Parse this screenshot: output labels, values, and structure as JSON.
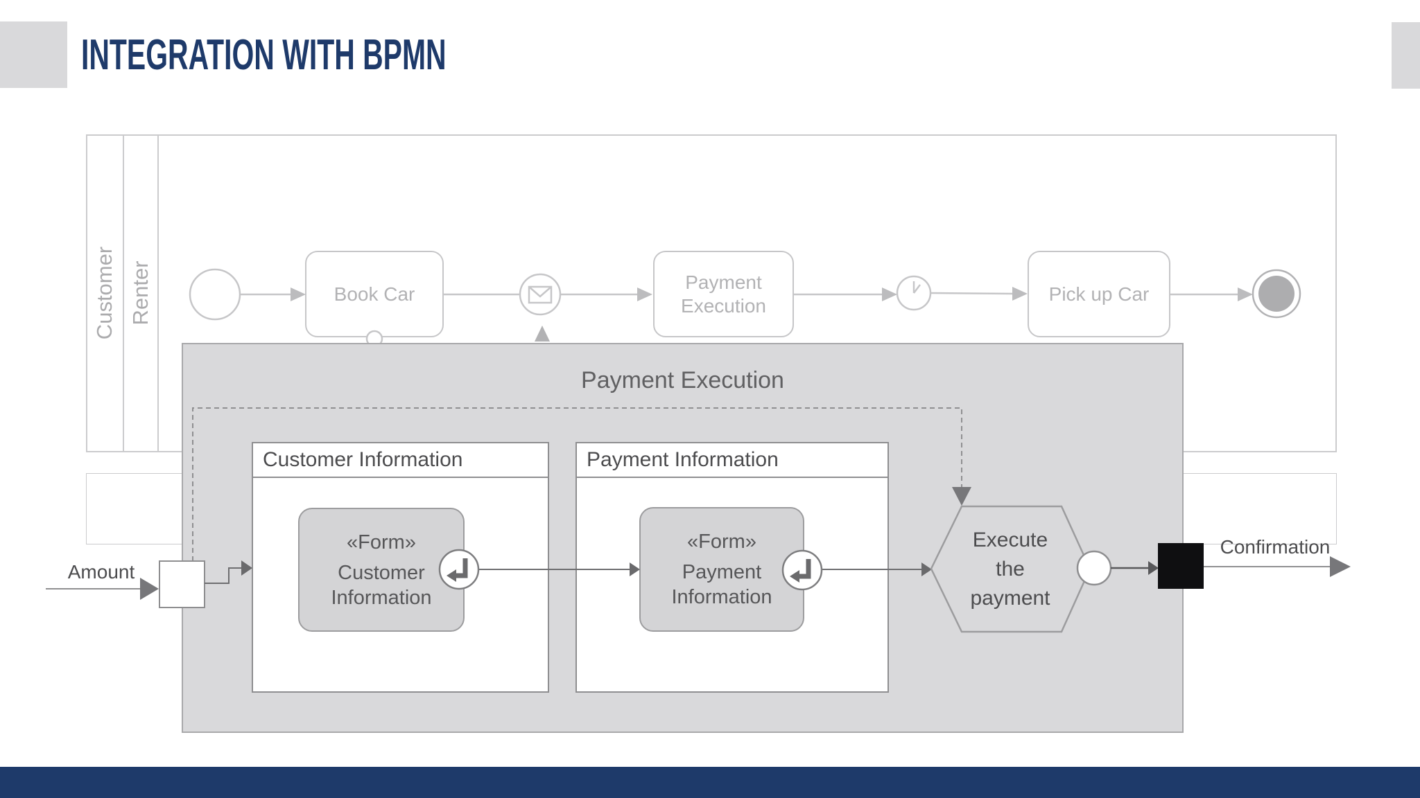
{
  "slide": {
    "title": "INTEGRATION WITH BPMN",
    "accent_color": "#1e3a6a",
    "panel_color": "#d9d9db"
  },
  "process": {
    "lanes": {
      "customer": "Customer",
      "renter": "Renter"
    },
    "tasks": {
      "book_car": "Book Car",
      "payment_execution": "Payment\nExecution",
      "pick_up_car": "Pick up Car"
    },
    "events": {
      "start": "start-event",
      "message": "message-catch-event",
      "timer": "timer-event",
      "end": "end-event"
    }
  },
  "panel": {
    "title": "Payment Execution",
    "input_label": "Amount",
    "output_label": "Confirmation",
    "customer_box": {
      "header": "Customer Information",
      "stereotype": "«Form»",
      "name": "Customer\nInformation"
    },
    "payment_box": {
      "header": "Payment Information",
      "stereotype": "«Form»",
      "name": "Payment\nInformation"
    },
    "gateway": "Execute\nthe\npayment"
  }
}
